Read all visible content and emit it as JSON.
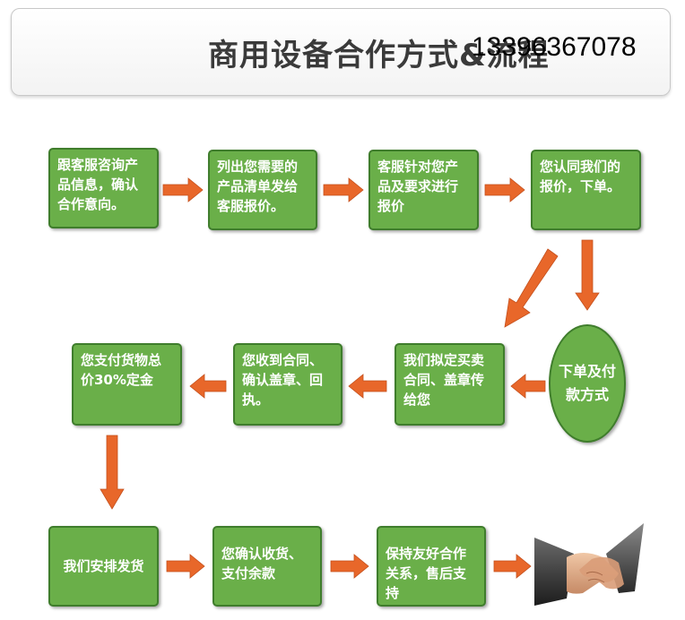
{
  "header": {
    "title": "商用设备合作方式&流程",
    "phone": "13396367078"
  },
  "steps": {
    "s1": "跟客服咨询产品信息，确认合作意向。",
    "s2": "列出您需要的产品清单发给客服报价。",
    "s3": "客服针对您产品及要求进行报价",
    "s4": "您认同我们的报价，下单。",
    "s5": "我们拟定买卖合同、盖章传给您",
    "s6": "您收到合同、确认盖章、回执。",
    "s7": "您支付货物总价30%定金",
    "s8": "我们安排发货",
    "s9": "您确认收货、支付余款",
    "s10": "保持友好合作关系，售后支持",
    "payment": "下单及付款方式"
  },
  "colors": {
    "box_fill": "#6aaf49",
    "box_border": "#3f7d2c",
    "arrow": "#e8672a"
  },
  "icons": {
    "end": "handshake-icon"
  }
}
